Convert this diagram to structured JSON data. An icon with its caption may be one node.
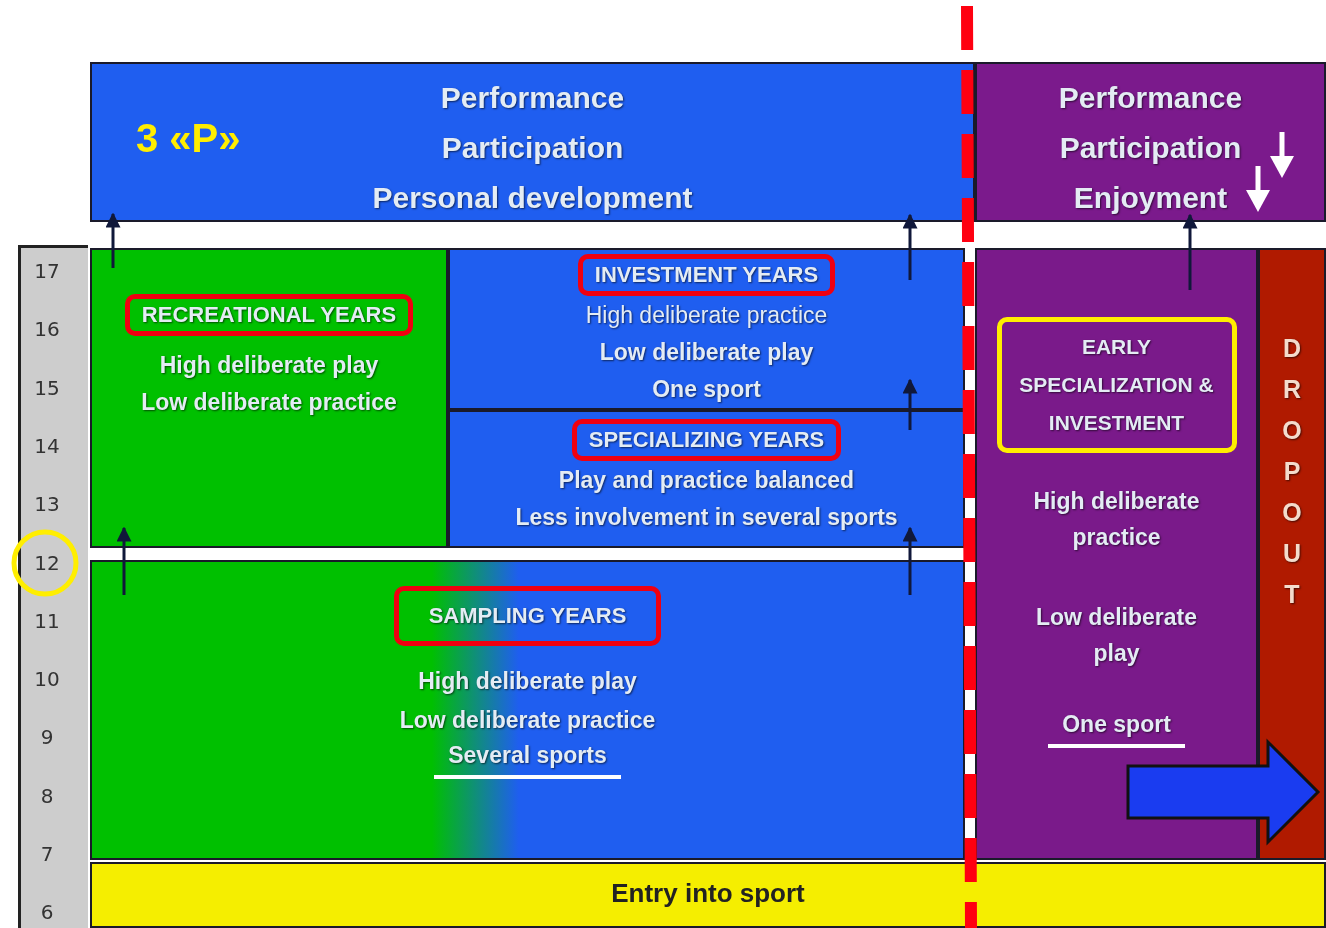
{
  "diagram": {
    "nodes": [
      {
        "text": [
          "3 «P»",
          "Performance",
          "Participation",
          "Personal development"
        ]
      },
      {
        "text": [
          "Performance",
          "Participation",
          "Enjoyment"
        ]
      },
      {
        "text": [
          "RECREATIONAL YEARS",
          "High deliberate play",
          "Low deliberate practice"
        ]
      },
      {
        "text": [
          "INVESTMENT YEARS",
          "High deliberate practice",
          "Low deliberate play",
          "One sport"
        ]
      },
      {
        "text": [
          "SPECIALIZING YEARS",
          "Play and practice balanced",
          "Less involvement in several sports"
        ]
      },
      {
        "text": [
          "SAMPLING YEARS",
          "High deliberate play",
          "Low deliberate practice",
          "Several sports"
        ]
      },
      {
        "text": [
          "EARLY SPECIALIZATION & INVESTMENT",
          "High deliberate practice",
          "Low deliberate play",
          "One sport"
        ]
      },
      {
        "text": [
          "DROPOUT"
        ]
      },
      {
        "text": [
          "Entry into sport"
        ]
      }
    ],
    "edges": [
      {
        "from": 2,
        "to": 0,
        "arrow": "to"
      },
      {
        "from": 5,
        "to": 2,
        "arrow": "to"
      },
      {
        "from": 5,
        "to": 4,
        "arrow": "to"
      },
      {
        "from": 4,
        "to": 3,
        "arrow": "to"
      },
      {
        "from": 3,
        "to": 0,
        "arrow": "to"
      },
      {
        "from": 6,
        "to": 1,
        "arrow": "to"
      },
      {
        "from": 6,
        "to": 7,
        "arrow": "to",
        "style": "thick",
        "color": "#1a3cf0"
      }
    ],
    "labels": [
      "17",
      "16",
      "15",
      "14",
      "13",
      "12",
      "11",
      "10",
      "9",
      "8",
      "7",
      "6"
    ]
  }
}
